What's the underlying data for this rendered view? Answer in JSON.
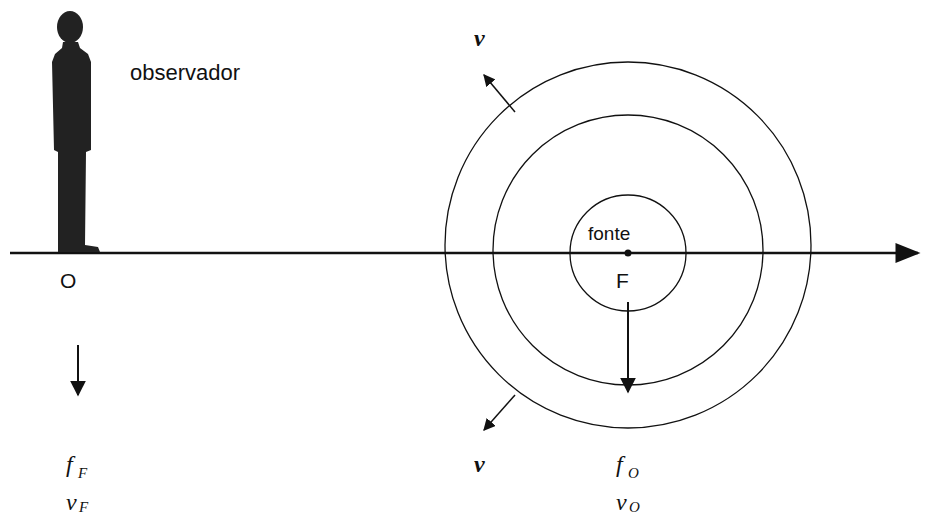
{
  "diagram": {
    "labels": [
      "observador",
      "O",
      "F",
      "fonte",
      "ν",
      "ν",
      "f",
      "F",
      "v",
      "F",
      "f",
      "O",
      "v",
      "O"
    ]
  }
}
